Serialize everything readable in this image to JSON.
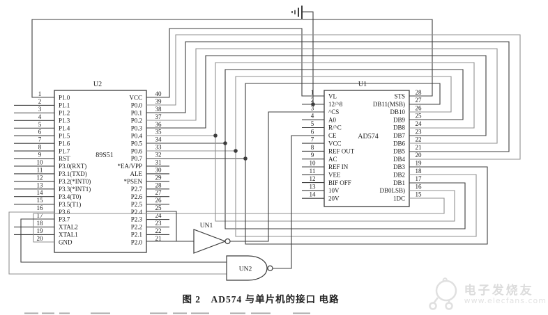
{
  "figure": {
    "caption": "图 2　AD574 与单片机的接口 电路"
  },
  "watermark": {
    "brand": "电子发烧友",
    "url": "www.elecfans.com"
  },
  "chips": {
    "u2": {
      "ref": "U2",
      "name": "89S51",
      "left_pins": [
        {
          "num": "1",
          "label": "P1.0"
        },
        {
          "num": "2",
          "label": "P1.1"
        },
        {
          "num": "3",
          "label": "P1.2"
        },
        {
          "num": "4",
          "label": "P1.3"
        },
        {
          "num": "5",
          "label": "P1.4"
        },
        {
          "num": "6",
          "label": "P1.5"
        },
        {
          "num": "7",
          "label": "P1.6"
        },
        {
          "num": "8",
          "label": "P1.7"
        },
        {
          "num": "9",
          "label": "RST"
        },
        {
          "num": "10",
          "label": "P3.0(RXT)"
        },
        {
          "num": "11",
          "label": "P3.1(TXD)"
        },
        {
          "num": "12",
          "label": "P3.2(*INT0)"
        },
        {
          "num": "13",
          "label": "P3.3(*INT1)"
        },
        {
          "num": "14",
          "label": "P3.4(T0)"
        },
        {
          "num": "15",
          "label": "P3.5(T1)"
        },
        {
          "num": "16",
          "label": "P3.6"
        },
        {
          "num": "17",
          "label": "P3.7"
        },
        {
          "num": "18",
          "label": "XTAL2"
        },
        {
          "num": "19",
          "label": "XTAL1"
        },
        {
          "num": "20",
          "label": "GND"
        }
      ],
      "right_pins": [
        {
          "num": "40",
          "label": "VCC"
        },
        {
          "num": "39",
          "label": "P0.0"
        },
        {
          "num": "38",
          "label": "P0.1"
        },
        {
          "num": "37",
          "label": "P0.2"
        },
        {
          "num": "36",
          "label": "P0.3"
        },
        {
          "num": "35",
          "label": "P0.4"
        },
        {
          "num": "34",
          "label": "P0.5"
        },
        {
          "num": "33",
          "label": "P0.6"
        },
        {
          "num": "32",
          "label": "P0.7"
        },
        {
          "num": "31",
          "label": "*EA/VPP"
        },
        {
          "num": "30",
          "label": "ALE"
        },
        {
          "num": "29",
          "label": "*PSEN"
        },
        {
          "num": "28",
          "label": "P2.7"
        },
        {
          "num": "27",
          "label": "P2.6"
        },
        {
          "num": "26",
          "label": "P2.5"
        },
        {
          "num": "25",
          "label": "P2.4"
        },
        {
          "num": "24",
          "label": "P2.3"
        },
        {
          "num": "23",
          "label": "P2.2"
        },
        {
          "num": "22",
          "label": "P2.1"
        },
        {
          "num": "21",
          "label": "P2.0"
        }
      ]
    },
    "u1": {
      "ref": "U1",
      "name": "AD574",
      "left_pins": [
        {
          "num": "1",
          "label": "VL"
        },
        {
          "num": "2",
          "label": "12/^8"
        },
        {
          "num": "3",
          "label": "^CS"
        },
        {
          "num": "4",
          "label": "A0"
        },
        {
          "num": "5",
          "label": "R/^C"
        },
        {
          "num": "6",
          "label": "CE"
        },
        {
          "num": "7",
          "label": "VCC"
        },
        {
          "num": "8",
          "label": "REF OUT"
        },
        {
          "num": "9",
          "label": "AC"
        },
        {
          "num": "10",
          "label": "REF IN"
        },
        {
          "num": "11",
          "label": "VEE"
        },
        {
          "num": "12",
          "label": "BIF OFF"
        },
        {
          "num": "13",
          "label": "10V"
        },
        {
          "num": "14",
          "label": "20V"
        }
      ],
      "right_pins": [
        {
          "num": "28",
          "label": "STS"
        },
        {
          "num": "27",
          "label": "DB11(MSB)"
        },
        {
          "num": "26",
          "label": "DB10"
        },
        {
          "num": "25",
          "label": "DB9"
        },
        {
          "num": "24",
          "label": "DB8"
        },
        {
          "num": "23",
          "label": "DB7"
        },
        {
          "num": "22",
          "label": "DB6"
        },
        {
          "num": "21",
          "label": "DB5"
        },
        {
          "num": "20",
          "label": "DB4"
        },
        {
          "num": "19",
          "label": "DB3"
        },
        {
          "num": "18",
          "label": "DB2"
        },
        {
          "num": "17",
          "label": "DB1"
        },
        {
          "num": "16",
          "label": "DB0LSB)"
        },
        {
          "num": "15",
          "label": "1DC"
        }
      ]
    }
  },
  "gates": {
    "un1": {
      "label": "UN1",
      "type": "inverter"
    },
    "un2": {
      "label": "UN2",
      "type": "nand"
    }
  },
  "colors": {
    "wire": "#3c3c3c",
    "wire_light": "#8f8f8f",
    "text": "#1a1a1a",
    "watermark": "#dedede"
  }
}
